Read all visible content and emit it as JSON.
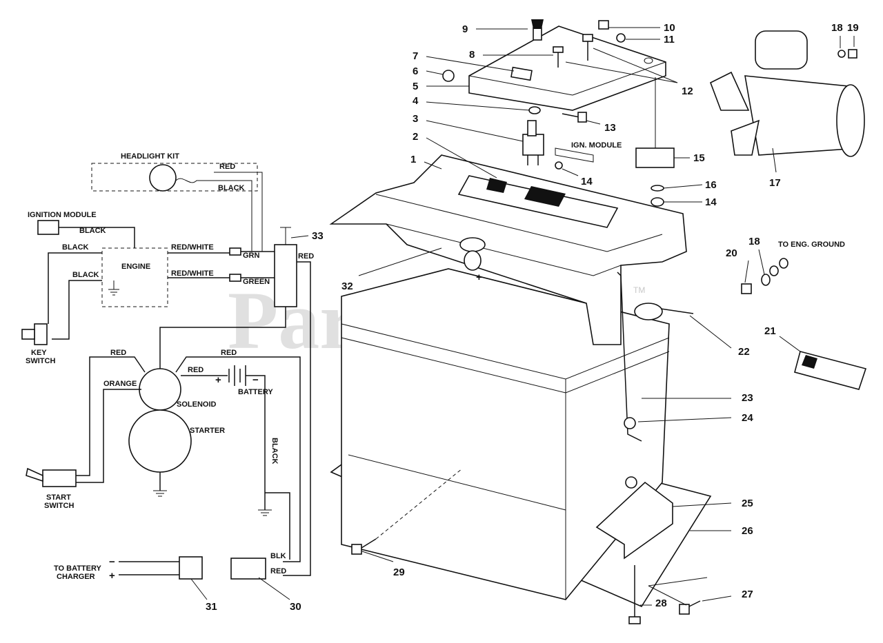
{
  "watermark": "PartsTree",
  "watermark_tm": "TM",
  "schematic": {
    "headlight_kit": "HEADLIGHT KIT",
    "ignition_module": "IGNITION MODULE",
    "engine": "ENGINE",
    "key_switch_1": "KEY",
    "key_switch_2": "SWITCH",
    "solenoid": "SOLENOID",
    "starter": "STARTER",
    "battery": "BATTERY",
    "start_switch_1": "START",
    "start_switch_2": "SWITCH",
    "to_battery_charger_1": "TO BATTERY",
    "to_battery_charger_2": "CHARGER",
    "plus": "+",
    "minus": "−",
    "wires": {
      "red": "RED",
      "black": "BLACK",
      "red_white": "RED/WHITE",
      "grn": "GRN",
      "green": "GREEN",
      "orange": "ORANGE",
      "blk": "BLK"
    }
  },
  "exploded": {
    "ign_module": "IGN. MODULE",
    "to_eng_ground": "TO ENG. GROUND",
    "battery_plus": "+"
  },
  "callouts": [
    "1",
    "2",
    "3",
    "4",
    "5",
    "6",
    "7",
    "8",
    "9",
    "10",
    "11",
    "12",
    "13",
    "14",
    "15",
    "16",
    "17",
    "18",
    "19",
    "20",
    "21",
    "22",
    "23",
    "24",
    "25",
    "26",
    "27",
    "28",
    "29",
    "30",
    "31",
    "32",
    "33"
  ]
}
